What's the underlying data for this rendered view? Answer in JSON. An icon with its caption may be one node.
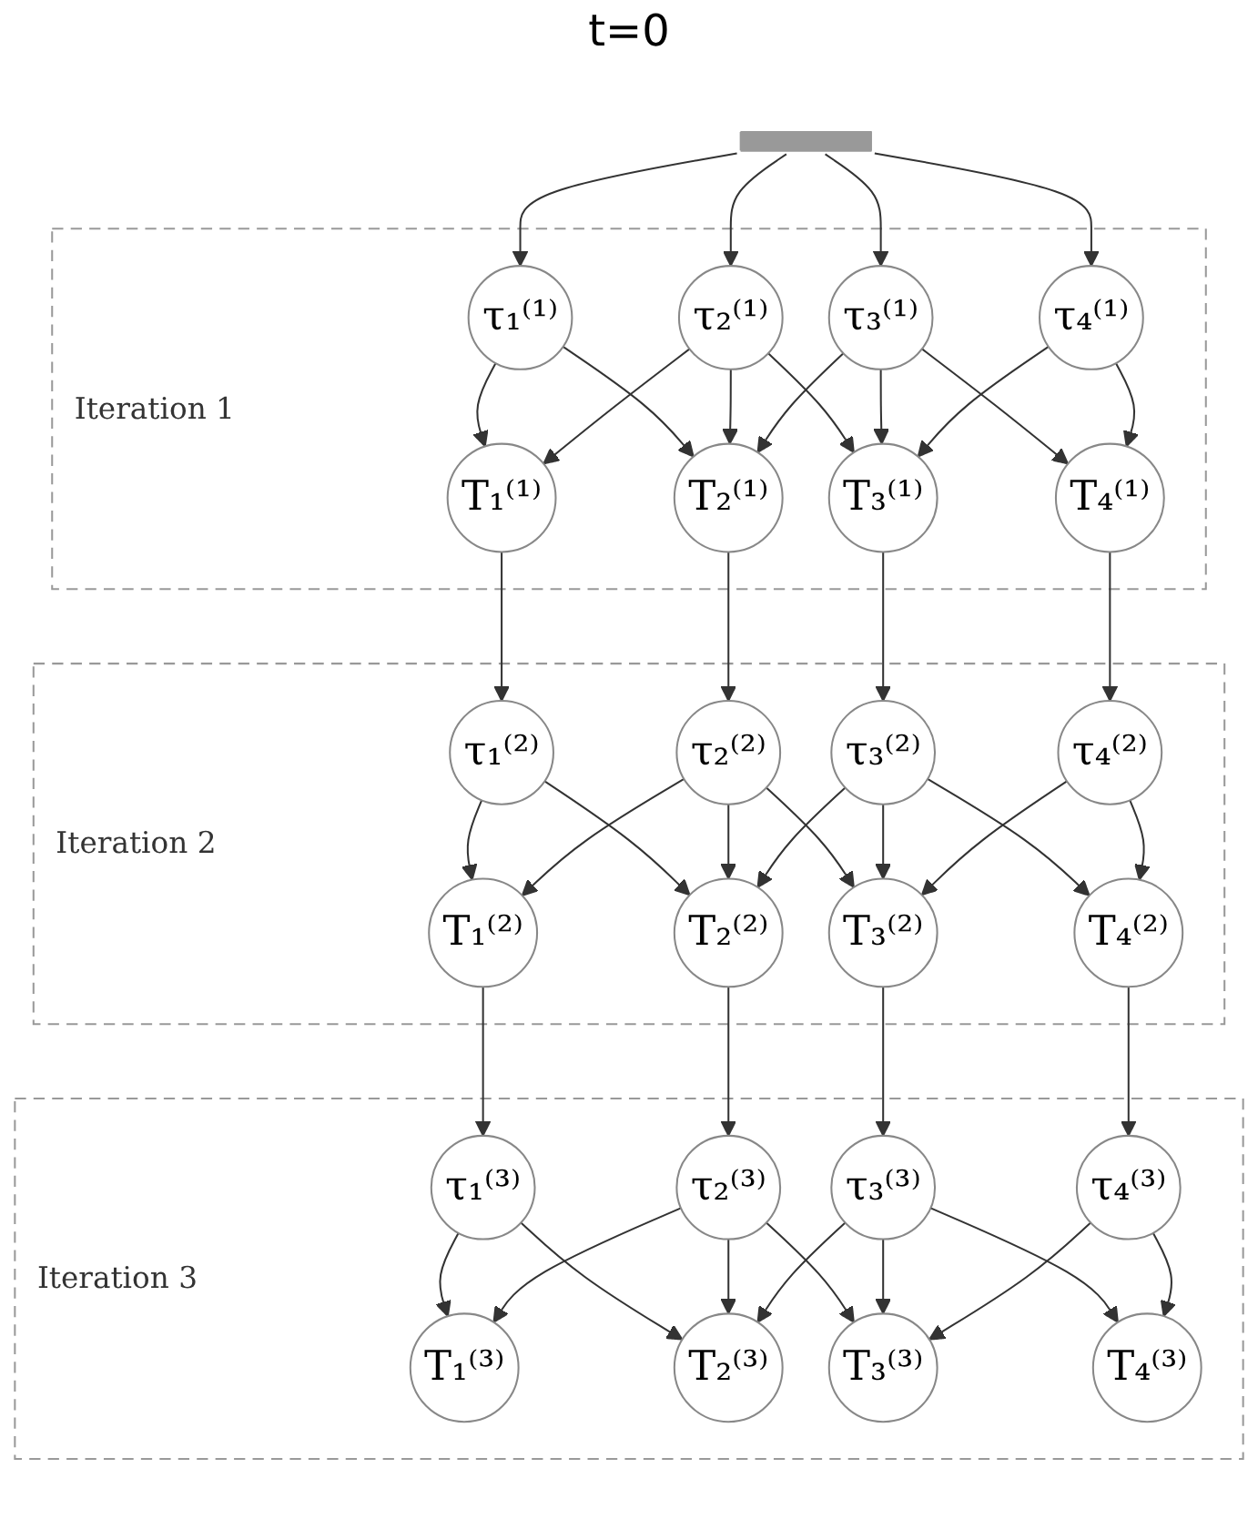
{
  "diagram": {
    "nodes": [
      {
        "text": [],
        "shape": "bar"
      },
      {
        "text": [
          "Iteration 1"
        ]
      },
      {
        "text": [
          "τ₁⁽¹⁾"
        ],
        "in": 1
      },
      {
        "text": [
          "τ₂⁽¹⁾"
        ],
        "in": 1
      },
      {
        "text": [
          "τ₃⁽¹⁾"
        ],
        "in": 1
      },
      {
        "text": [
          "τ₄⁽¹⁾"
        ],
        "in": 1
      },
      {
        "text": [
          "T₁⁽¹⁾"
        ],
        "in": 1
      },
      {
        "text": [
          "T₂⁽¹⁾"
        ],
        "in": 1
      },
      {
        "text": [
          "T₃⁽¹⁾"
        ],
        "in": 1
      },
      {
        "text": [
          "T₄⁽¹⁾"
        ],
        "in": 1
      },
      {
        "text": [
          "Iteration 2"
        ]
      },
      {
        "text": [
          "τ₁⁽²⁾"
        ],
        "in": 10
      },
      {
        "text": [
          "τ₂⁽²⁾"
        ],
        "in": 10
      },
      {
        "text": [
          "τ₃⁽²⁾"
        ],
        "in": 10
      },
      {
        "text": [
          "τ₄⁽²⁾"
        ],
        "in": 10
      },
      {
        "text": [
          "T₁⁽²⁾"
        ],
        "in": 10
      },
      {
        "text": [
          "T₂⁽²⁾"
        ],
        "in": 10
      },
      {
        "text": [
          "T₃⁽²⁾"
        ],
        "in": 10
      },
      {
        "text": [
          "T₄⁽²⁾"
        ],
        "in": 10
      },
      {
        "text": [
          "Iteration 3"
        ]
      },
      {
        "text": [
          "τ₁⁽³⁾"
        ],
        "in": 19
      },
      {
        "text": [
          "τ₂⁽³⁾"
        ],
        "in": 19
      },
      {
        "text": [
          "τ₃⁽³⁾"
        ],
        "in": 19
      },
      {
        "text": [
          "τ₄⁽³⁾"
        ],
        "in": 19
      },
      {
        "text": [
          "T₁⁽³⁾"
        ],
        "in": 19
      },
      {
        "text": [
          "T₂⁽³⁾"
        ],
        "in": 19
      },
      {
        "text": [
          "T₃⁽³⁾"
        ],
        "in": 19
      },
      {
        "text": [
          "T₄⁽³⁾"
        ],
        "in": 19
      }
    ],
    "edges": [
      {
        "from": 0,
        "to": 2,
        "arrow": "to"
      },
      {
        "from": 0,
        "to": 3,
        "arrow": "to"
      },
      {
        "from": 0,
        "to": 4,
        "arrow": "to"
      },
      {
        "from": 0,
        "to": 5,
        "arrow": "to"
      },
      {
        "from": 2,
        "to": 6,
        "arrow": "to"
      },
      {
        "from": 2,
        "to": 7,
        "arrow": "to"
      },
      {
        "from": 3,
        "to": 6,
        "arrow": "to"
      },
      {
        "from": 3,
        "to": 7,
        "arrow": "to"
      },
      {
        "from": 3,
        "to": 8,
        "arrow": "to"
      },
      {
        "from": 4,
        "to": 7,
        "arrow": "to"
      },
      {
        "from": 4,
        "to": 8,
        "arrow": "to"
      },
      {
        "from": 4,
        "to": 9,
        "arrow": "to"
      },
      {
        "from": 5,
        "to": 8,
        "arrow": "to"
      },
      {
        "from": 5,
        "to": 9,
        "arrow": "to"
      },
      {
        "from": 6,
        "to": 11,
        "arrow": "to"
      },
      {
        "from": 7,
        "to": 12,
        "arrow": "to"
      },
      {
        "from": 8,
        "to": 13,
        "arrow": "to"
      },
      {
        "from": 9,
        "to": 14,
        "arrow": "to"
      },
      {
        "from": 11,
        "to": 15,
        "arrow": "to"
      },
      {
        "from": 11,
        "to": 16,
        "arrow": "to"
      },
      {
        "from": 12,
        "to": 15,
        "arrow": "to"
      },
      {
        "from": 12,
        "to": 16,
        "arrow": "to"
      },
      {
        "from": 12,
        "to": 17,
        "arrow": "to"
      },
      {
        "from": 13,
        "to": 16,
        "arrow": "to"
      },
      {
        "from": 13,
        "to": 17,
        "arrow": "to"
      },
      {
        "from": 13,
        "to": 18,
        "arrow": "to"
      },
      {
        "from": 14,
        "to": 17,
        "arrow": "to"
      },
      {
        "from": 14,
        "to": 18,
        "arrow": "to"
      },
      {
        "from": 15,
        "to": 20,
        "arrow": "to"
      },
      {
        "from": 16,
        "to": 21,
        "arrow": "to"
      },
      {
        "from": 17,
        "to": 22,
        "arrow": "to"
      },
      {
        "from": 18,
        "to": 23,
        "arrow": "to"
      },
      {
        "from": 20,
        "to": 24,
        "arrow": "to"
      },
      {
        "from": 20,
        "to": 25,
        "arrow": "to"
      },
      {
        "from": 21,
        "to": 24,
        "arrow": "to"
      },
      {
        "from": 21,
        "to": 25,
        "arrow": "to"
      },
      {
        "from": 21,
        "to": 26,
        "arrow": "to"
      },
      {
        "from": 22,
        "to": 25,
        "arrow": "to"
      },
      {
        "from": 22,
        "to": 26,
        "arrow": "to"
      },
      {
        "from": 22,
        "to": 27,
        "arrow": "to"
      },
      {
        "from": 23,
        "to": 26,
        "arrow": "to"
      },
      {
        "from": 23,
        "to": 27,
        "arrow": "to"
      }
    ],
    "labels": [
      "t=0"
    ]
  }
}
